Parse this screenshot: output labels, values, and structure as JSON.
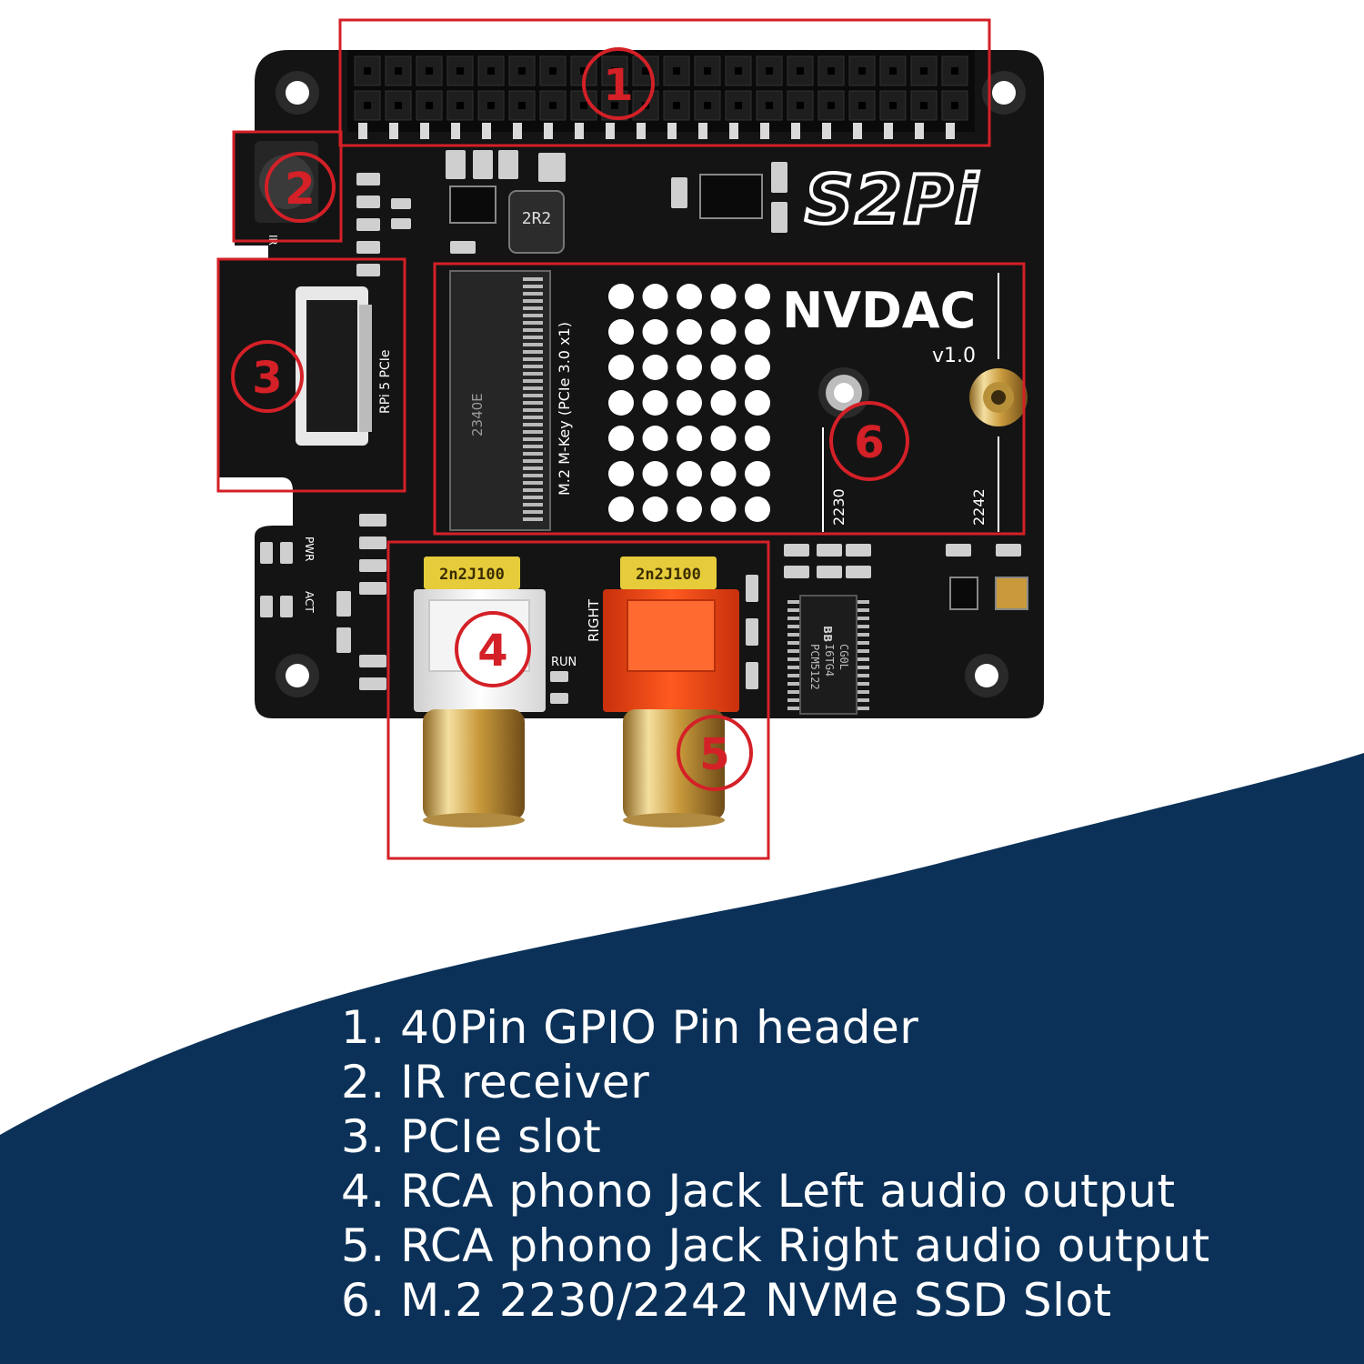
{
  "colors": {
    "navy": "#0b3158",
    "pcb": "#141414",
    "callout_red": "#d42027",
    "gold": "#c9a24a",
    "jack_white": "#eeeeee",
    "jack_red": "#ee4a14",
    "capacitor_yellow": "#e6cc3a",
    "silkscreen": "#ffffff"
  },
  "board": {
    "logo": "S2Pi",
    "product": "NVDAC",
    "version": "v1.0",
    "ir_label": "IR",
    "pcie_label": "RPi 5 PCIe",
    "m2_label": "M.2 M-Key (PCIe 3.0 x1)",
    "m2_part_number": "2340E",
    "size_2230": "2230",
    "size_2242": "2242",
    "pwr_label": "PWR",
    "act_label": "ACT",
    "run_label": "RUN",
    "right_label": "RIGHT",
    "capacitor_left": "2n2J100",
    "capacitor_right": "2n2J100",
    "inductor": "2R2",
    "chip_brand": "BB",
    "chip_part": "PCM5122",
    "chip_code_1": "I6TG4",
    "chip_code_2": "CG0L"
  },
  "callouts": [
    {
      "number": "1",
      "icon": "numbered-circle"
    },
    {
      "number": "2",
      "icon": "numbered-circle"
    },
    {
      "number": "3",
      "icon": "numbered-circle"
    },
    {
      "number": "4",
      "icon": "numbered-circle"
    },
    {
      "number": "5",
      "icon": "numbered-circle"
    },
    {
      "number": "6",
      "icon": "numbered-circle"
    }
  ],
  "legend": [
    "1. 40Pin GPIO Pin header",
    "2. IR receiver",
    "3. PCIe slot",
    "4. RCA phono Jack Left audio output",
    "5. RCA phono Jack Right audio output",
    "6. M.2 2230/2242 NVMe SSD Slot"
  ]
}
